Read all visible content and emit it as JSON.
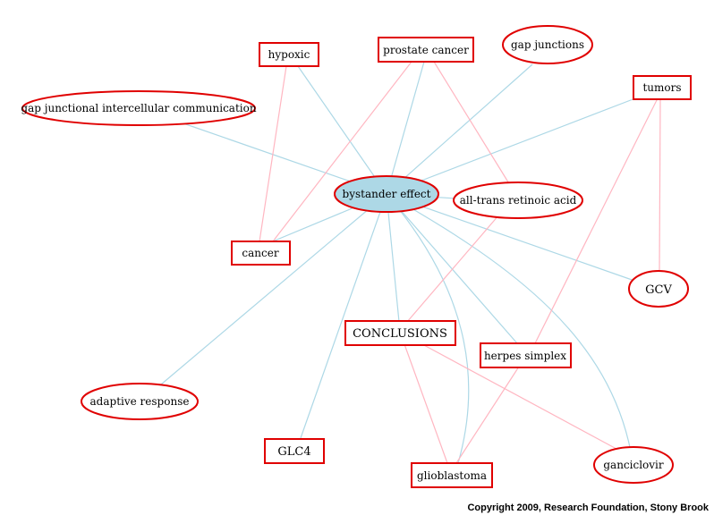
{
  "nodes": {
    "hypoxic": {
      "label": "hypoxic",
      "shape": "box"
    },
    "prostate_cancer": {
      "label": "prostate cancer",
      "shape": "box"
    },
    "gap_junctions": {
      "label": "gap junctions",
      "shape": "ellipse"
    },
    "tumors": {
      "label": "tumors",
      "shape": "box"
    },
    "gjic": {
      "label": "gap junctional intercellular communication",
      "shape": "ellipse"
    },
    "bystander_effect": {
      "label": "bystander effect",
      "shape": "ellipse",
      "fill": "#add8e6"
    },
    "all_trans": {
      "label": "all-trans retinoic acid",
      "shape": "ellipse"
    },
    "cancer": {
      "label": "cancer",
      "shape": "box"
    },
    "gcv": {
      "label": "GCV",
      "shape": "ellipse"
    },
    "conclusions": {
      "label": "CONCLUSIONS",
      "shape": "box"
    },
    "herpes_simplex": {
      "label": "herpes simplex",
      "shape": "box"
    },
    "adaptive_response": {
      "label": "adaptive response",
      "shape": "ellipse"
    },
    "glc4": {
      "label": "GLC4",
      "shape": "box"
    },
    "glioblastoma": {
      "label": "glioblastoma",
      "shape": "box"
    },
    "ganciclovir": {
      "label": "ganciclovir",
      "shape": "ellipse"
    }
  },
  "colors": {
    "node_border": "#e00000",
    "edge_primary": "#add8e6",
    "edge_secondary": "#ffb6c1",
    "center_fill": "#add8e6"
  },
  "footer": {
    "copyright": "Copyright 2009, Research Foundation, Stony Brook"
  }
}
